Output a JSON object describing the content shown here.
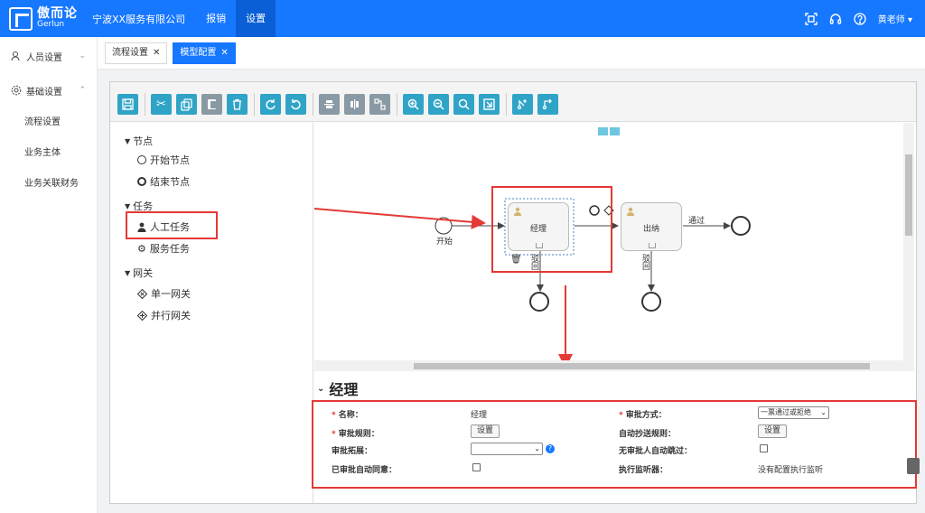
{
  "header": {
    "logo_cn": "傲而论",
    "logo_en": "Gerlun",
    "company": "宁波XX服务有限公司",
    "nav": [
      {
        "label": "报销",
        "active": false
      },
      {
        "label": "设置",
        "active": true
      }
    ],
    "user": "黄老师",
    "icons": [
      "scan-icon",
      "headset-icon",
      "help-icon",
      "caret-down-icon"
    ]
  },
  "sidebar": {
    "groups": [
      {
        "label": "人员设置",
        "icon": "user-icon",
        "expanded": false
      },
      {
        "label": "基础设置",
        "icon": "gear-icon",
        "expanded": true
      }
    ],
    "sub_items": [
      "流程设置",
      "业务主体",
      "业务关联财务"
    ]
  },
  "tabs": [
    {
      "label": "流程设置",
      "active": false
    },
    {
      "label": "模型配置",
      "active": true
    }
  ],
  "toolbar": {
    "buttons": [
      "save-icon",
      "cut-icon",
      "copy-icon",
      "paste-icon",
      "delete-icon",
      "redo-icon",
      "undo-icon",
      "align-vertical-icon",
      "align-horizontal-icon",
      "route-icon",
      "zoom-in-icon",
      "zoom-out-icon",
      "zoom-reset-icon",
      "fit-icon",
      "add-flow-icon",
      "edit-flow-icon"
    ]
  },
  "palette": {
    "groups": [
      {
        "label": "节点",
        "items": [
          "开始节点",
          "结束节点"
        ]
      },
      {
        "label": "任务",
        "items": [
          "人工任务",
          "服务任务"
        ]
      },
      {
        "label": "网关",
        "items": [
          "单一网关",
          "并行网关"
        ]
      }
    ]
  },
  "diagram": {
    "start_label": "开始",
    "task1_label": "经理",
    "task2_label": "出纳",
    "flow_pass_label": "通过",
    "flow_reject_label": "驳回"
  },
  "properties": {
    "title": "经理",
    "fields": {
      "name_label": "名称：",
      "name_value": "经理",
      "approve_mode_label": "审批方式：",
      "approve_mode_value": "一票通过或拒绝",
      "approve_rule_label": "审批规则：",
      "approve_rule_btn": "设置",
      "auto_cc_label": "自动抄送规则：",
      "auto_cc_btn": "设置",
      "expand_label": "审批拓展：",
      "no_approver_label": "无审批人自动跳过：",
      "auto_agree_label": "已审批自动同意：",
      "listener_label": "执行监听器：",
      "listener_value": "没有配置执行监听"
    }
  },
  "colors": {
    "primary": "#1677ff",
    "toolbar_button": "#2fa4c7",
    "annotation_red": "#e53935"
  }
}
